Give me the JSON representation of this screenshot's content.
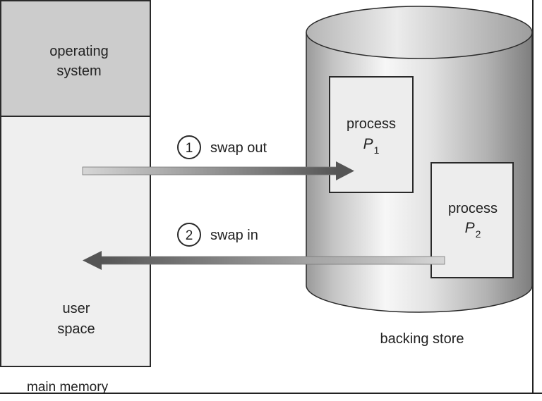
{
  "main_memory": {
    "os_label": [
      "operating",
      "system"
    ],
    "user_label": [
      "user",
      "space"
    ],
    "caption": "main memory"
  },
  "backing_store": {
    "caption": "backing store",
    "p1": {
      "word": "process",
      "symbol": "P",
      "subscript": "1"
    },
    "p2": {
      "word": "process",
      "symbol": "P",
      "subscript": "2"
    }
  },
  "steps": [
    {
      "number": "1",
      "label": "swap out"
    },
    {
      "number": "2",
      "label": "swap in"
    }
  ],
  "colors": {
    "os_fill": "#cccccc",
    "user_fill": "#efefef",
    "border": "#2a2a2a",
    "arrow_dark": "#555555",
    "arrow_light": "#d2d2d2"
  }
}
